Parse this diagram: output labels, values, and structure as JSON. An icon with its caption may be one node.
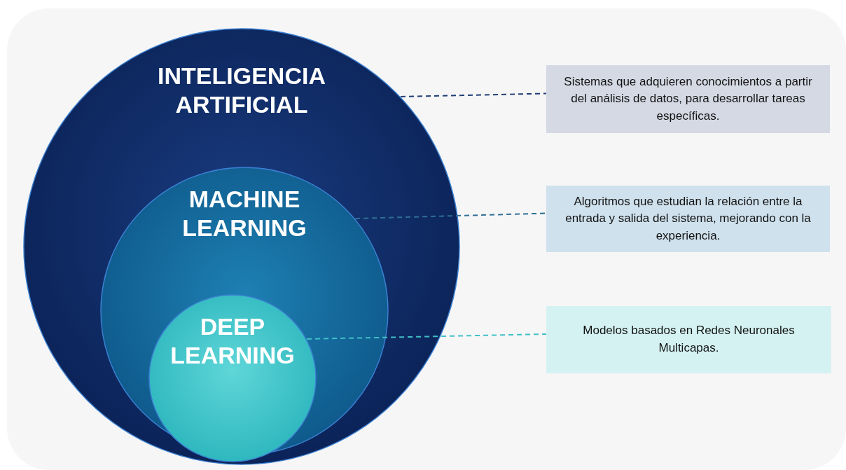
{
  "diagram": {
    "nodes": [
      {
        "text": [
          "INTELIGENCIA ARTIFICIAL"
        ]
      },
      {
        "text": [
          "MACHINE LEARNING"
        ],
        "in": 0
      },
      {
        "text": [
          "DEEP LEARNING"
        ],
        "in": 1
      },
      {
        "text": [
          "Sistemas que adquieren conocimientos a partir del análisis de datos, para desarrollar tareas específicas."
        ]
      },
      {
        "text": [
          "Algoritmos que estudian la relación entre la entrada y salida del sistema, mejorando con la experiencia."
        ]
      },
      {
        "text": [
          "Modelos basados en Redes Neuronales Multicapas."
        ]
      }
    ],
    "edges": [
      {
        "from": 0,
        "to": 3,
        "arrow": "none",
        "style": "dashed",
        "color": "#1f3d73"
      },
      {
        "from": 1,
        "to": 4,
        "arrow": "none",
        "style": "dashed",
        "color": "#2f6f95"
      },
      {
        "from": 2,
        "to": 5,
        "arrow": "none",
        "style": "dashed",
        "color": "#40c0c8"
      }
    ]
  }
}
